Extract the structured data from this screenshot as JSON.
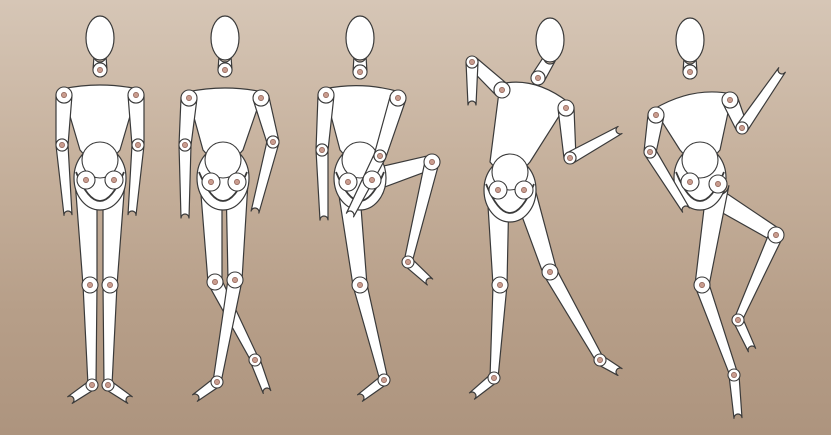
{
  "scene": {
    "background_colors": [
      "#d6c6b6",
      "#c7b29e",
      "#b79f89",
      "#ad947e"
    ],
    "figures": [
      {
        "pose": "standing-front",
        "icon": "mannequin-standing-icon"
      },
      {
        "pose": "crossed-legs",
        "icon": "mannequin-crossed-legs-icon"
      },
      {
        "pose": "knee-raise",
        "icon": "mannequin-knee-raise-icon"
      },
      {
        "pose": "arm-raised-kick-back",
        "icon": "mannequin-kick-icon"
      },
      {
        "pose": "leaping",
        "icon": "mannequin-leap-icon"
      }
    ],
    "colors": {
      "body": "#ffffff",
      "outline": "#3a3a3a",
      "joint_dot": "#c99c8e"
    }
  }
}
